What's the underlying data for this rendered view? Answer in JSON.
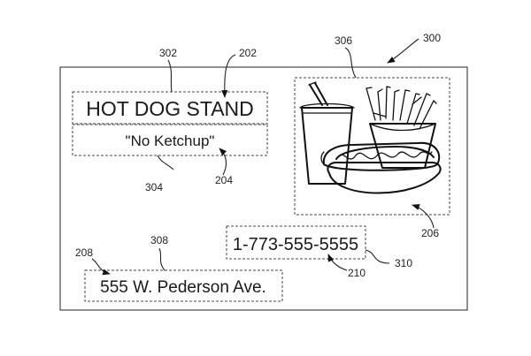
{
  "card": {
    "title": "HOT DOG STAND",
    "subtitle": "\"No Ketchup\"",
    "phone": "1-773-555-5555",
    "address": "555 W. Pederson Ave."
  },
  "refs": {
    "r300": "300",
    "r302": "302",
    "r202": "202",
    "r306": "306",
    "r304": "304",
    "r204": "204",
    "r206": "206",
    "r308": "308",
    "r208": "208",
    "r210": "210",
    "r310": "310"
  },
  "icons": {
    "food": "food-illustration-icon"
  }
}
